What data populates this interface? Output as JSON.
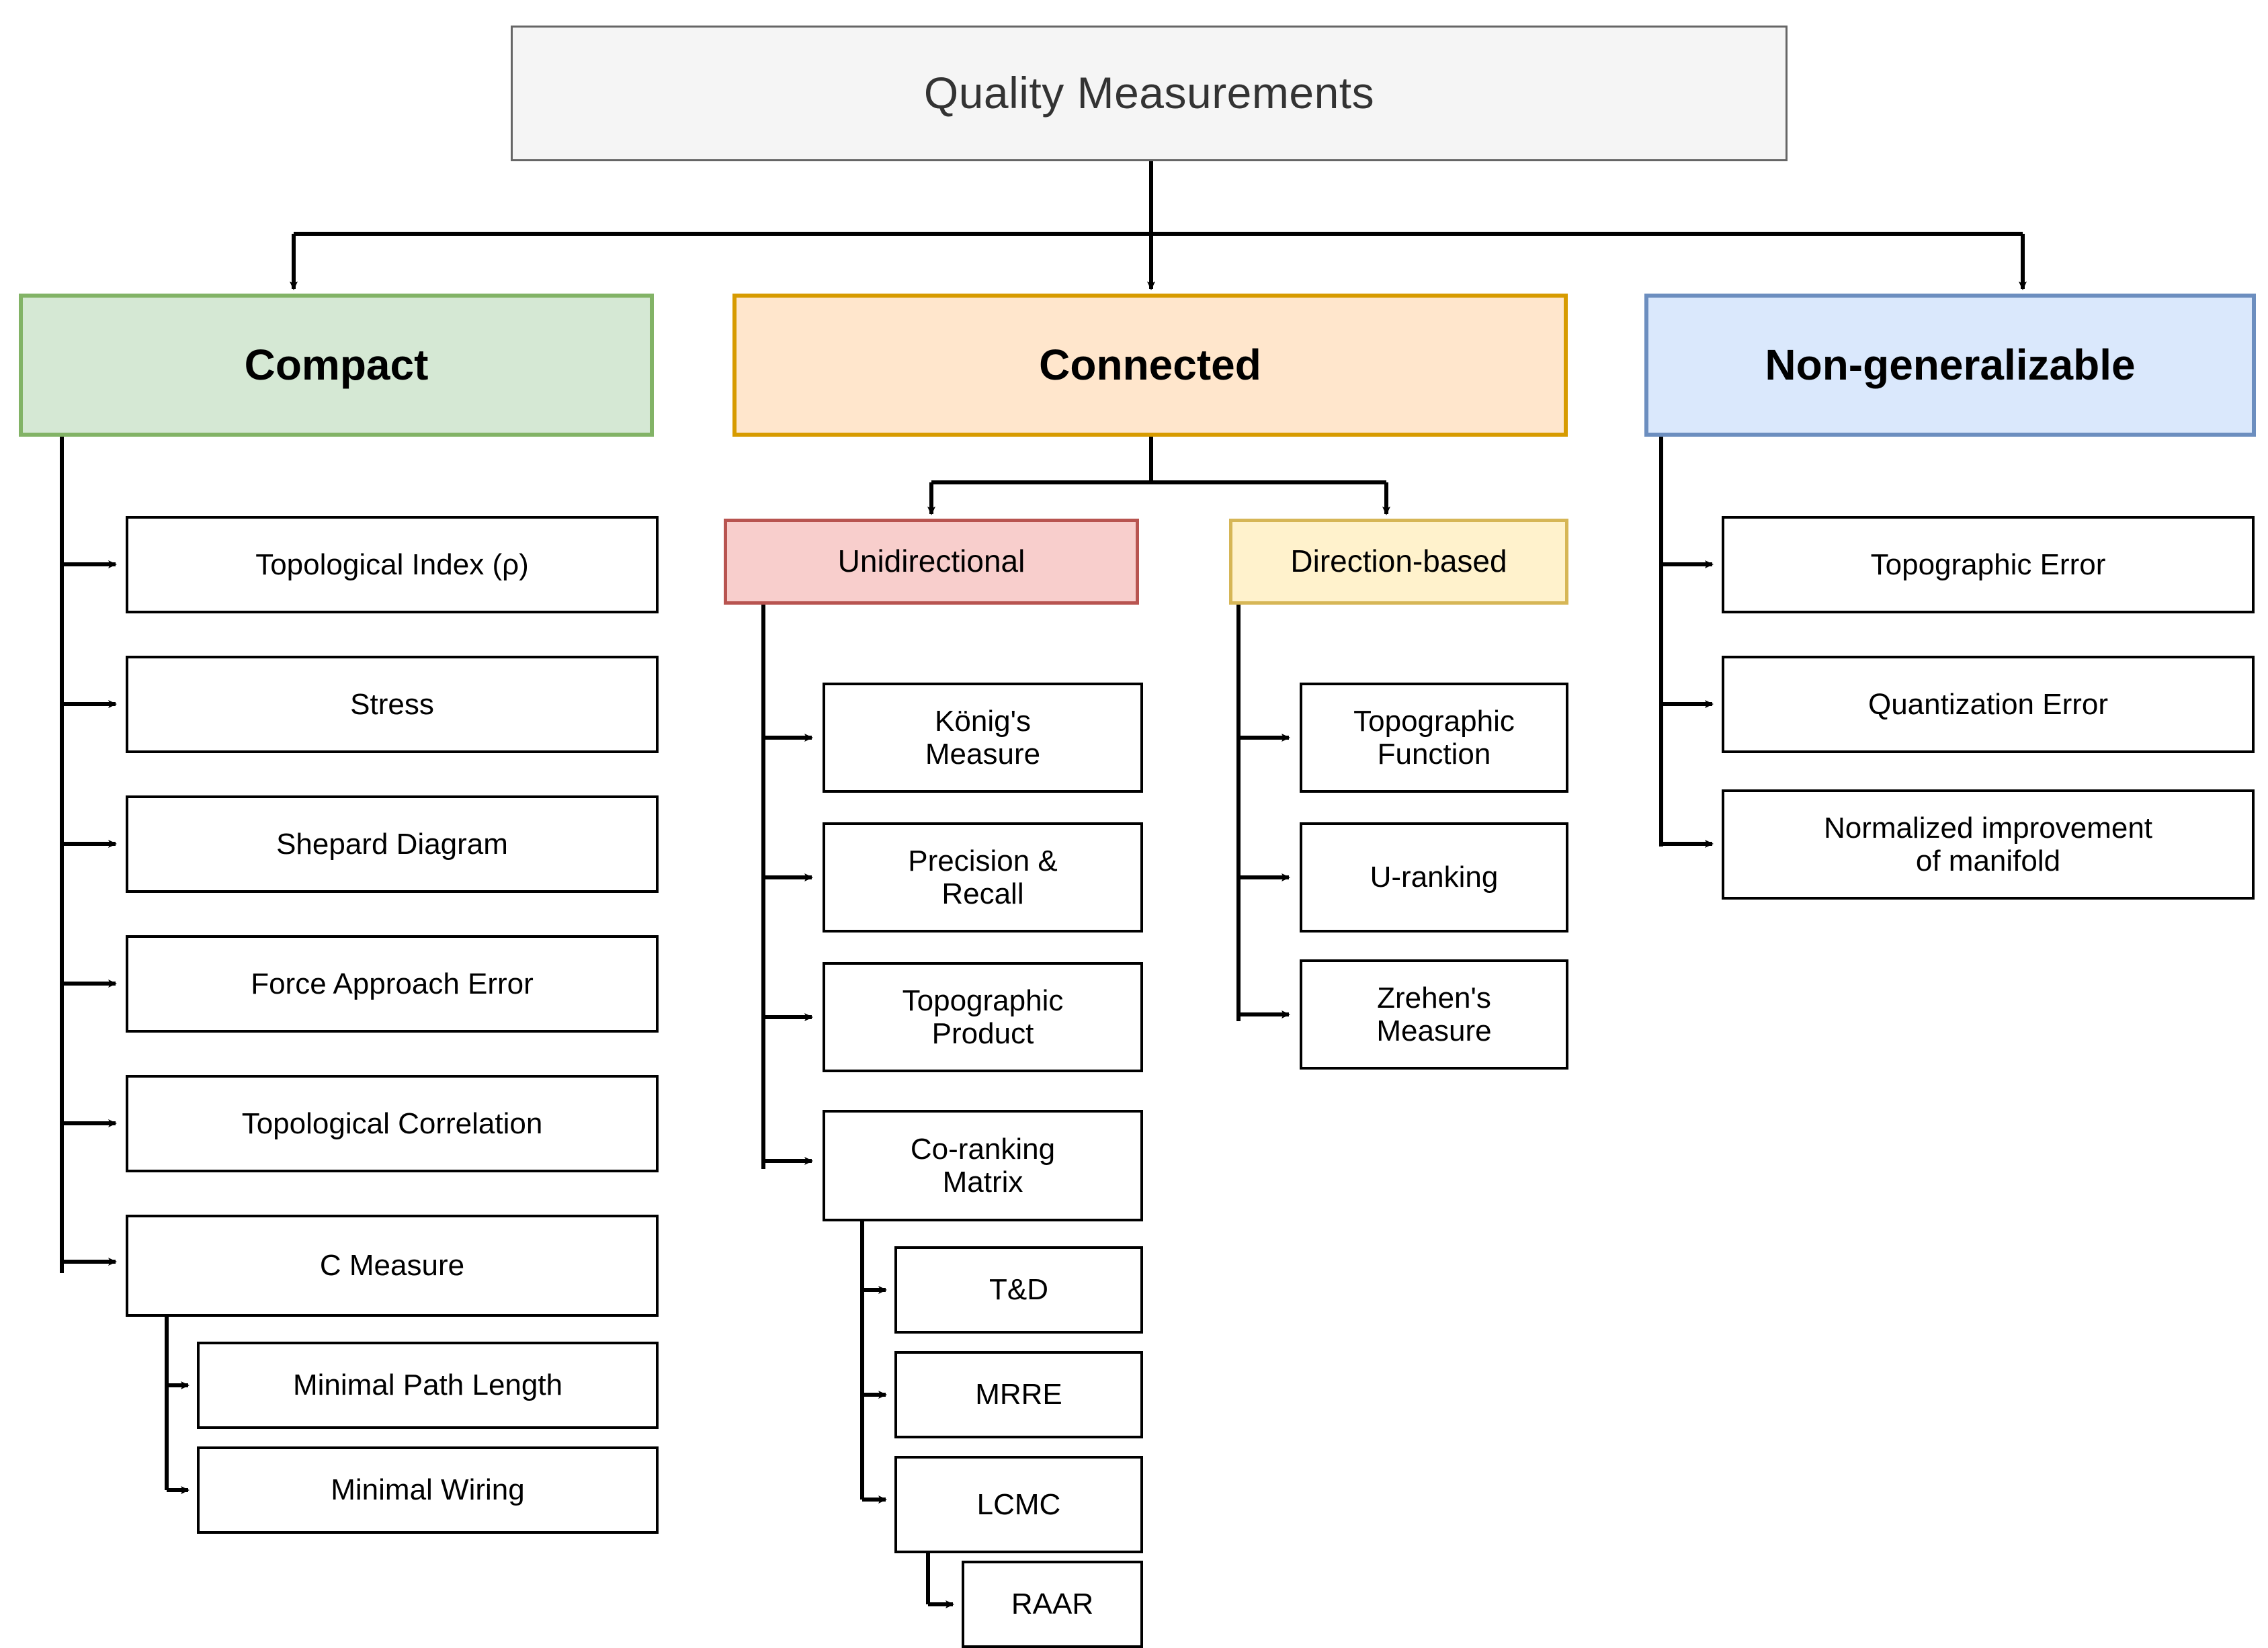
{
  "title": "Quality Measurements",
  "colors": {
    "root_fill": "#f5f5f5",
    "root_border": "#666666",
    "compact_fill": "#d5e8d4",
    "compact_border": "#82b366",
    "connected_fill": "#ffe6cc",
    "connected_border": "#d79b00",
    "nongen_fill": "#dae8fc",
    "nongen_border": "#6c8ebf",
    "unidirectional_fill": "#f8cecc",
    "unidirectional_border": "#b85450",
    "direction_fill": "#fff2cc",
    "direction_border": "#d6b656",
    "leaf_fill": "#ffffff",
    "leaf_border": "#000000",
    "connector": "#000000"
  },
  "categories": {
    "compact": {
      "label": "Compact",
      "children": [
        "Topological Index (ρ)",
        "Stress",
        "Shepard Diagram",
        "Force Approach Error",
        "Topological Correlation",
        "C Measure"
      ],
      "c_measure_children": [
        "Minimal Path Length",
        "Minimal Wiring"
      ]
    },
    "connected": {
      "label": "Connected",
      "subgroups": {
        "unidirectional": {
          "label": "Unidirectional",
          "children": [
            "König's\nMeasure",
            "Precision &\nRecall",
            "Topographic\nProduct",
            "Co-ranking\nMatrix"
          ],
          "coranking_children": [
            "T&D",
            "MRRE",
            "LCMC"
          ],
          "lcmc_children": [
            "RAAR"
          ]
        },
        "direction_based": {
          "label": "Direction-based",
          "children": [
            "Topographic\nFunction",
            "U-ranking",
            "Zrehen's\nMeasure"
          ]
        }
      }
    },
    "non_generalizable": {
      "label": "Non-generalizable",
      "children": [
        "Topographic Error",
        "Quantization Error",
        "Normalized improvement\nof manifold"
      ]
    }
  }
}
